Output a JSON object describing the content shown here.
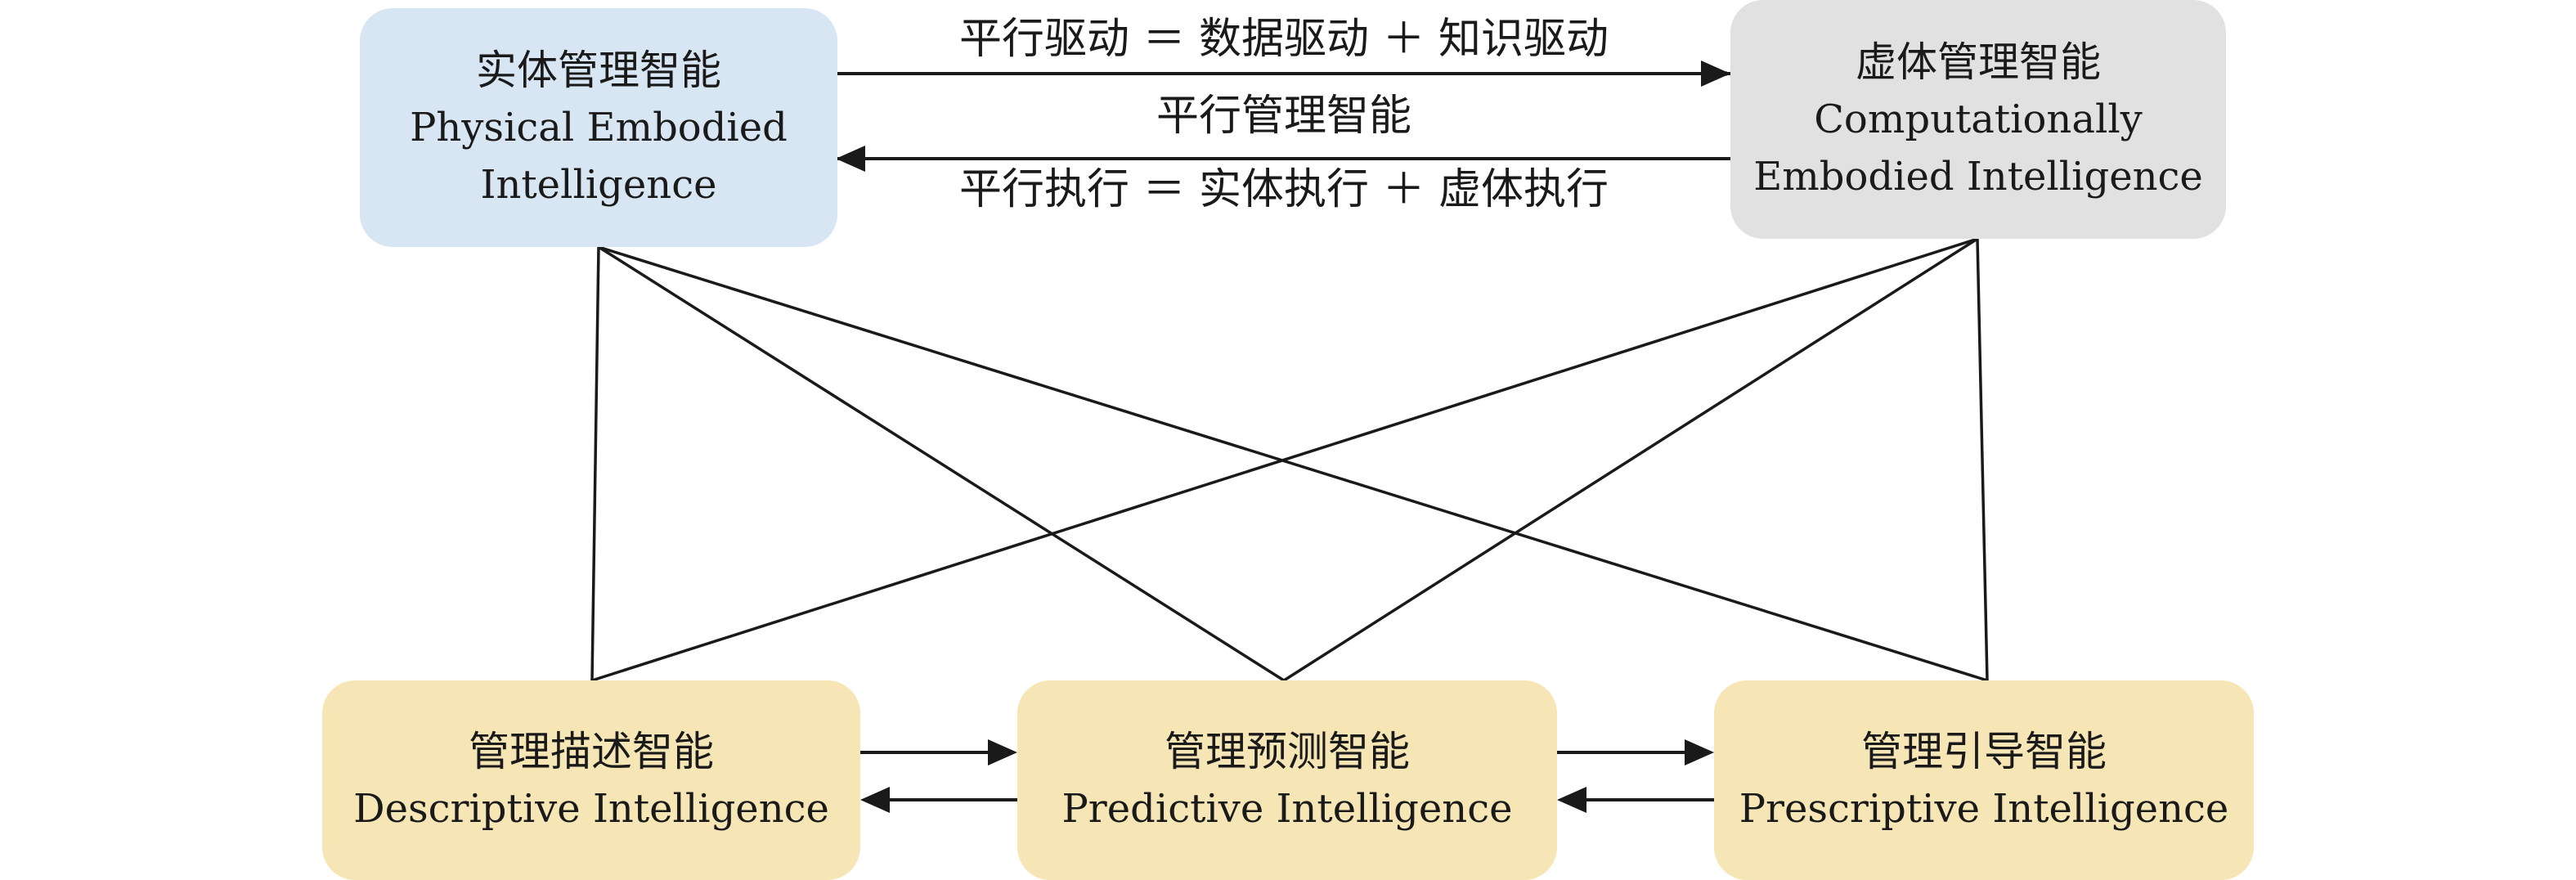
{
  "top": {
    "physical": {
      "zh": "实体管理智能",
      "en1": "Physical Embodied",
      "en2": "Intelligence",
      "color": "#d7e6f2"
    },
    "computational": {
      "zh": "虚体管理智能",
      "en1": "Computationally",
      "en2": "Embodied Intelligence",
      "color": "#e1e1e1"
    }
  },
  "bridge": {
    "drive": "平行驱动 ＝ 数据驱动 ＋ 知识驱动",
    "center": "平行管理智能",
    "execute": "平行执行 ＝ 实体执行 ＋ 虚体执行"
  },
  "bottom": {
    "descriptive": {
      "zh": "管理描述智能",
      "en": "Descriptive Intelligence"
    },
    "predictive": {
      "zh": "管理预测智能",
      "en": "Predictive Intelligence"
    },
    "prescriptive": {
      "zh": "管理引导智能",
      "en": "Prescriptive Intelligence"
    },
    "color": "#f7e6b5"
  }
}
